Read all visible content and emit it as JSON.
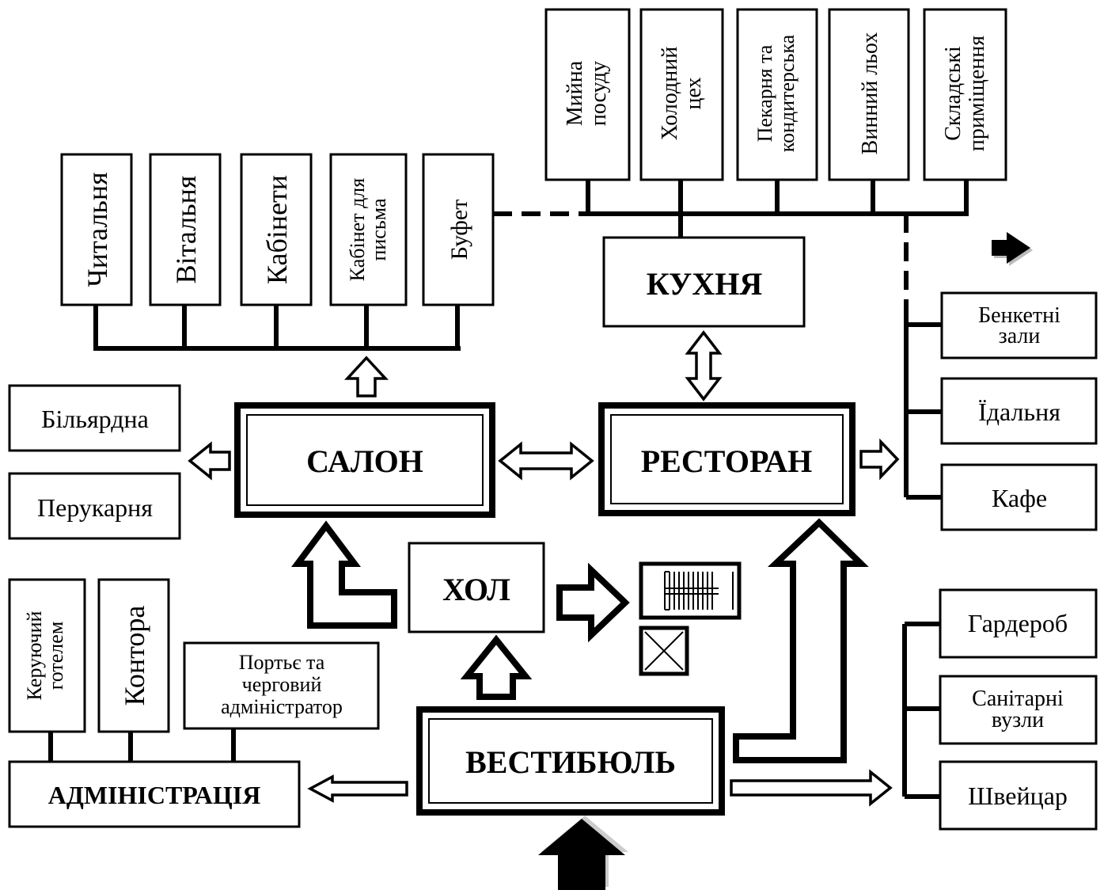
{
  "main": {
    "salon": "САЛОН",
    "restaurant": "РЕСТОРАН",
    "kitchen": "КУХНЯ",
    "hall": "ХОЛ",
    "lobby": "ВЕСТИБЮЛЬ",
    "administration": "АДМІНІСТРАЦІЯ"
  },
  "salon_rooms": {
    "reading": "Читальня",
    "living": "Вітальня",
    "cabinets": "Кабінети",
    "writing_line1": "Кабінет для",
    "writing_line2": "письма",
    "buffet": "Буфет"
  },
  "salon_side": {
    "billiard": "Більярдна",
    "barber": "Перукарня"
  },
  "kitchen_rooms": {
    "dish_line1": "Мийна",
    "dish_line2": "посуду",
    "cold_line1": "Холодний",
    "cold_line2": "цех",
    "bakery_line1": "Пекарня та",
    "bakery_line2": "кондитерська",
    "wine": "Винний льох",
    "storage_line1": "Складські",
    "storage_line2": "приміщення"
  },
  "restaurant_side": {
    "banquet_line1": "Бенкетні",
    "banquet_line2": "зали",
    "dining": "Їдальня",
    "cafe": "Кафе"
  },
  "admin_rooms": {
    "manager_line1": "Керуючий",
    "manager_line2": "готелем",
    "office": "Контора",
    "porter_line1": "Портьє та",
    "porter_line2": "черговий",
    "porter_line3": "адміністратор"
  },
  "lobby_side": {
    "cloakroom": "Гардероб",
    "sanitary_line1": "Санітарні",
    "sanitary_line2": "вузли",
    "doorman": "Швейцар"
  }
}
